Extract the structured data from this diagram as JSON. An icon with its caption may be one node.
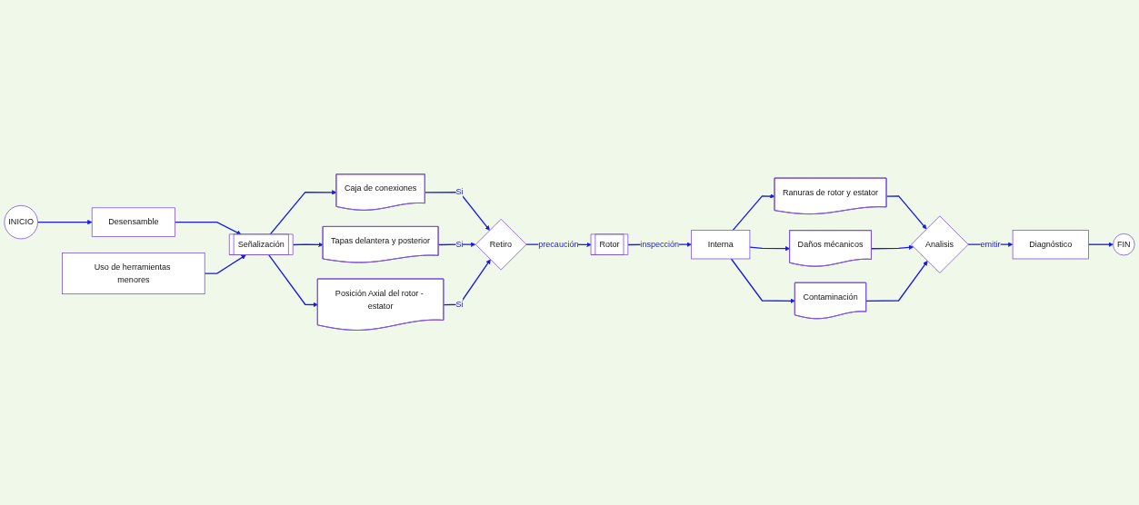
{
  "diagram": {
    "nodes": [
      {
        "text": [
          "INICIO"
        ]
      },
      {
        "text": [
          "Desensamble"
        ]
      },
      {
        "text": [
          "Uso de herramientas menores"
        ]
      },
      {
        "text": [
          "Señalización"
        ]
      },
      {
        "text": [
          "Caja de conexiones"
        ]
      },
      {
        "text": [
          "Tapas delantera y posterior"
        ]
      },
      {
        "text": [
          "Posición Axial del rotor - estator"
        ]
      },
      {
        "text": [
          "Retiro"
        ]
      },
      {
        "text": [
          "Rotor"
        ]
      },
      {
        "text": [
          "Interna"
        ]
      },
      {
        "text": [
          "Ranuras de rotor y estator"
        ]
      },
      {
        "text": [
          "Daños mécanicos"
        ]
      },
      {
        "text": [
          "Contaminación"
        ]
      },
      {
        "text": [
          "Analisis"
        ]
      },
      {
        "text": [
          "Diagnóstico"
        ]
      },
      {
        "text": [
          "FIN"
        ]
      }
    ],
    "edges": [
      {
        "from": 0,
        "to": 1,
        "arrow": "to"
      },
      {
        "from": 1,
        "to": 3,
        "arrow": "to"
      },
      {
        "from": 2,
        "to": 3,
        "arrow": "to"
      },
      {
        "from": 3,
        "to": 4,
        "arrow": "to"
      },
      {
        "from": 3,
        "to": 5,
        "arrow": "to"
      },
      {
        "from": 3,
        "to": 6,
        "arrow": "to"
      },
      {
        "from": 4,
        "to": 7,
        "arrow": "to",
        "label": "Si"
      },
      {
        "from": 5,
        "to": 7,
        "arrow": "to",
        "label": "Si"
      },
      {
        "from": 6,
        "to": 7,
        "arrow": "to",
        "label": "Si"
      },
      {
        "from": 7,
        "to": 8,
        "arrow": "to",
        "label": "precaución"
      },
      {
        "from": 8,
        "to": 9,
        "arrow": "to",
        "label": "inspección"
      },
      {
        "from": 9,
        "to": 10,
        "arrow": "to"
      },
      {
        "from": 9,
        "to": 11,
        "arrow": "to"
      },
      {
        "from": 9,
        "to": 12,
        "arrow": "to"
      },
      {
        "from": 10,
        "to": 13,
        "arrow": "to"
      },
      {
        "from": 11,
        "to": 13,
        "arrow": "to"
      },
      {
        "from": 12,
        "to": 13,
        "arrow": "to"
      },
      {
        "from": 13,
        "to": 14,
        "arrow": "to",
        "label": "emitir"
      },
      {
        "from": 14,
        "to": 15,
        "arrow": "to"
      }
    ]
  }
}
